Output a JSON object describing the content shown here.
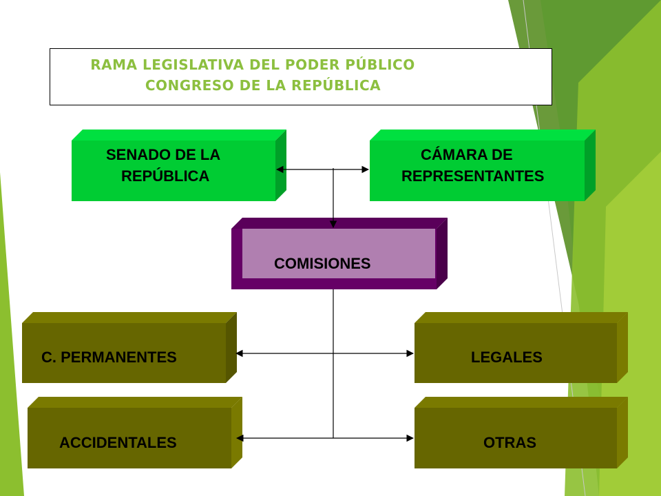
{
  "title": {
    "line1": "RAMA LEGISLATIVA DEL PODER PÚBLICO",
    "line2": "CONGRESO DE LA REPÚBLICA"
  },
  "nodes": {
    "senado": {
      "line1": "SENADO DE LA",
      "line2": "REPÚBLICA"
    },
    "camara": {
      "line1": "CÁMARA DE",
      "line2": "REPRESENTANTES"
    },
    "comisiones": {
      "label": "COMISIONES"
    },
    "permanentes": {
      "label": "C. PERMANENTES"
    },
    "legales": {
      "label": "LEGALES"
    },
    "accidentales": {
      "label": "ACCIDENTALES"
    },
    "otras": {
      "label": "OTRAS"
    }
  },
  "colors": {
    "title_text": "#8cbf3f",
    "chamber_face": "#00cc33",
    "chamber_side": "#00a028",
    "comisiones_face": "#b07fb0",
    "comisiones_frame": "#660066",
    "commission_face": "#666600",
    "commission_side": "#7a7a00",
    "accent_green": "#8cbf2f"
  }
}
